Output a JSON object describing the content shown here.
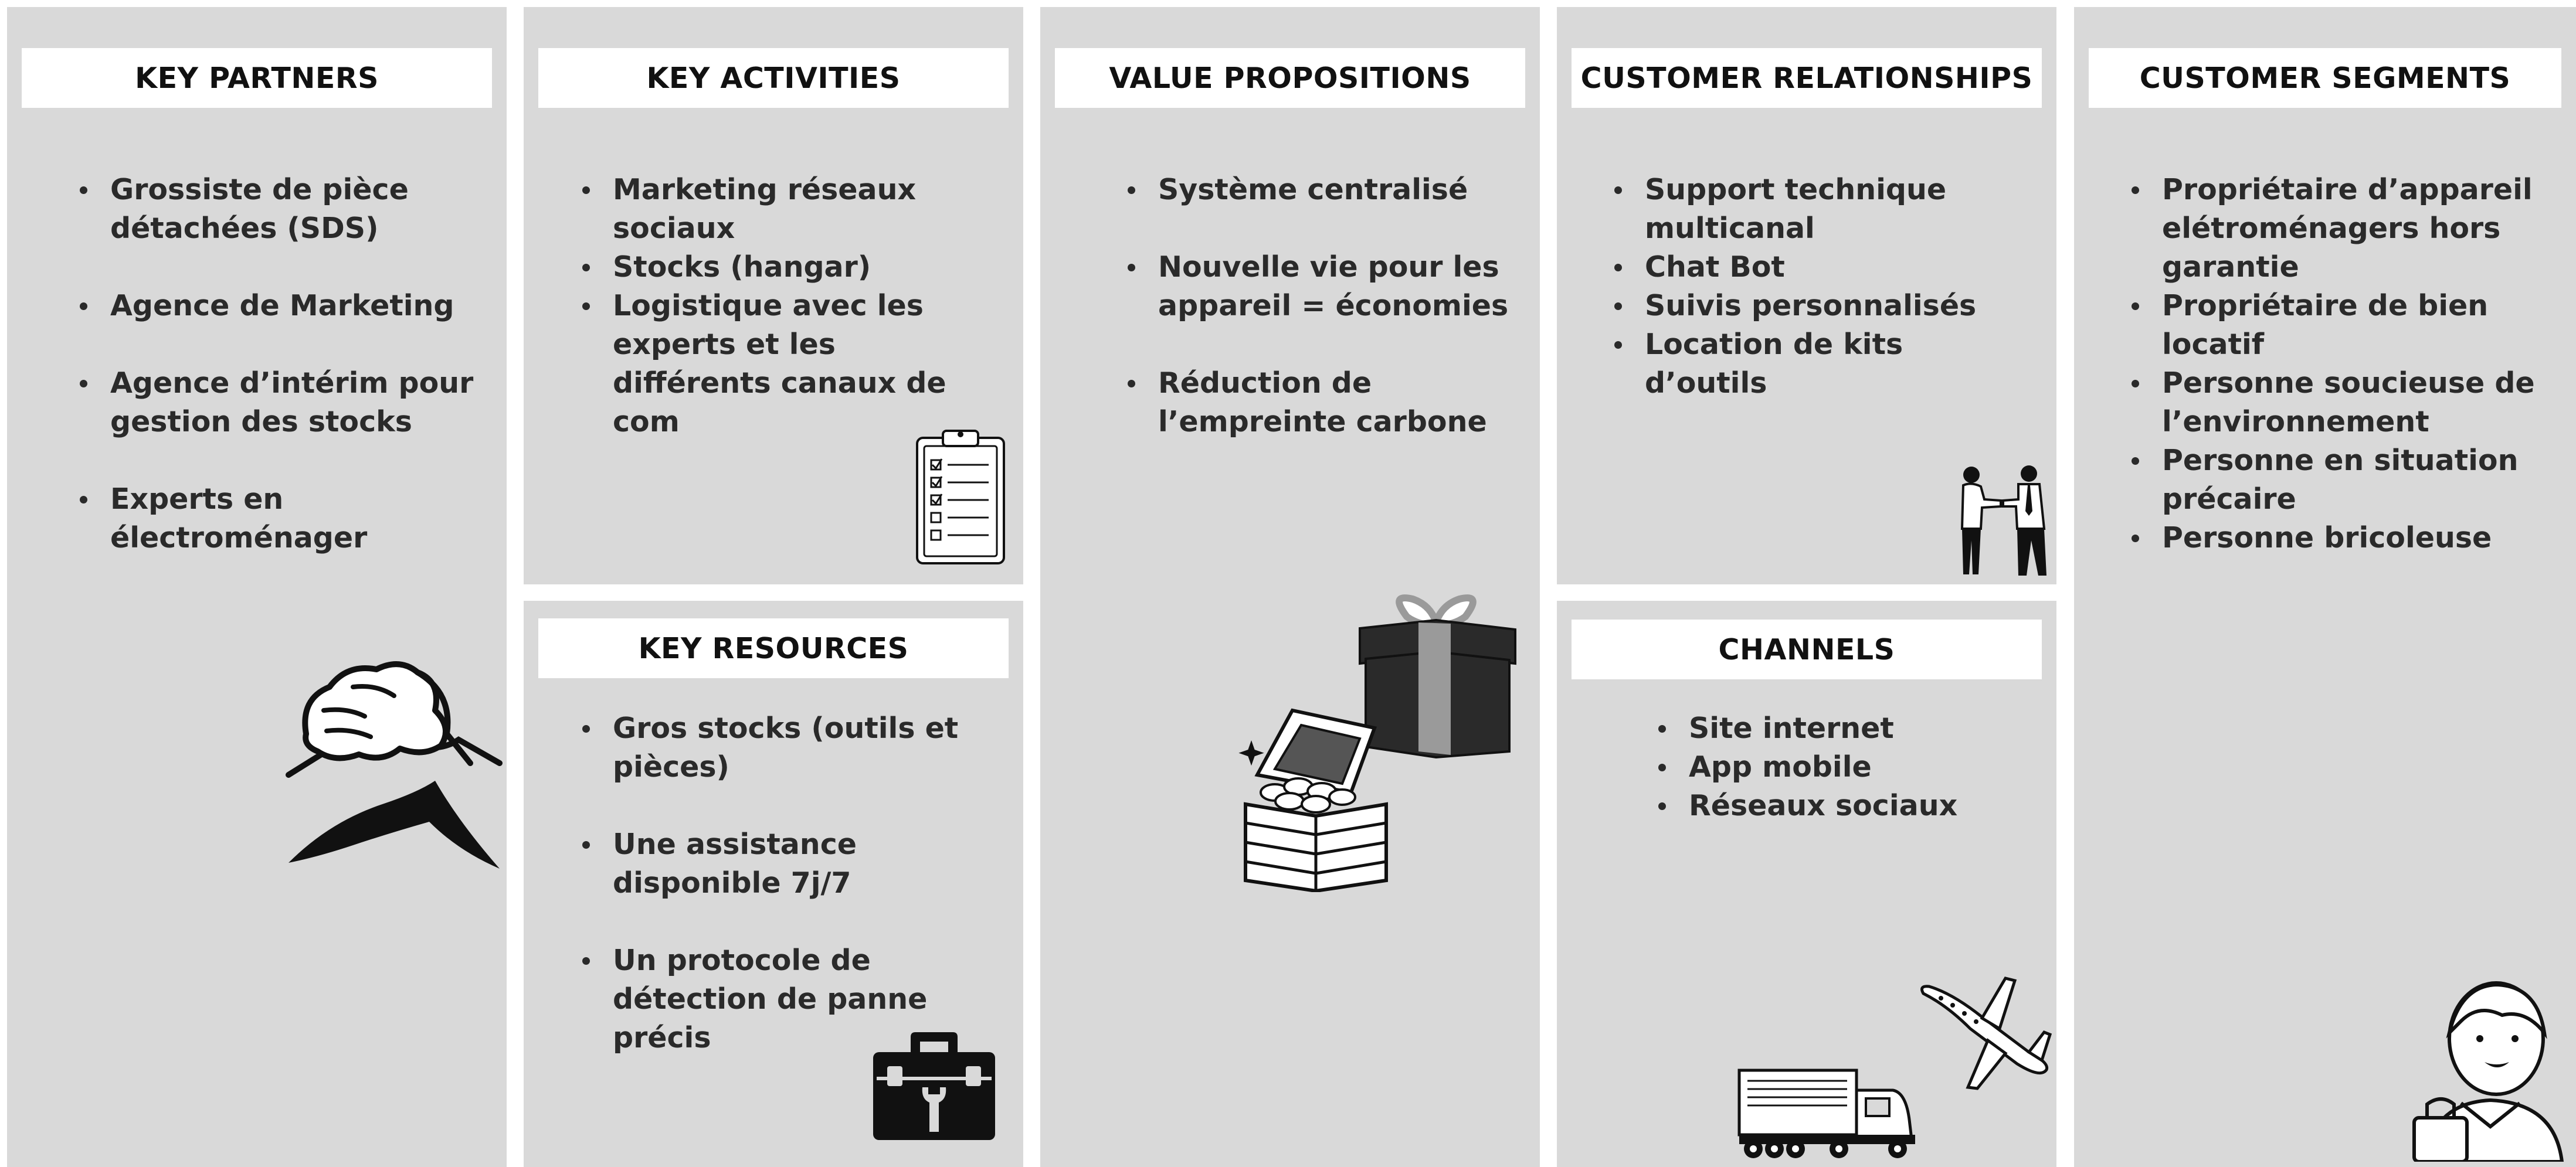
{
  "colors": {
    "panel_bg": "#d9d9d9",
    "header_bg": "#ffffff",
    "text": "#2a2a2a",
    "icon": "#111111",
    "gift_ribbon": "#9a9a9a"
  },
  "key_partners": {
    "title": "KEY PARTNERS",
    "items": [
      "Grossiste de pièce détachées (SDS)",
      "Agence de Marketing",
      "Agence d’intérim pour gestion des stocks",
      "Experts en électroménager"
    ],
    "icon": "handshake-icon"
  },
  "key_activities": {
    "title": "KEY ACTIVITIES",
    "items": [
      "Marketing réseaux sociaux",
      "Stocks (hangar)",
      "Logistique avec les experts et les différents canaux de com"
    ],
    "icon": "clipboard-checklist-icon"
  },
  "key_resources": {
    "title": "KEY RESOURCES",
    "items": [
      "Gros stocks (outils et pièces)",
      "Une assistance disponible 7j/7",
      "Un protocole de détection de panne précis"
    ],
    "icon": "toolbox-icon"
  },
  "value_propositions": {
    "title": "VALUE PROPOSITIONS",
    "items": [
      "Système centralisé",
      "Nouvelle vie pour les appareil = économies",
      "Réduction de l’empreinte carbone"
    ],
    "icons": [
      "gift-box-icon",
      "treasure-chest-icon"
    ]
  },
  "customer_relationships": {
    "title": "CUSTOMER RELATIONSHIPS",
    "items": [
      "Support technique multicanal",
      "Chat Bot",
      "Suivis personnalisés",
      "Location de kits d’outils"
    ],
    "icon": "people-shaking-hands-icon"
  },
  "channels": {
    "title": "CHANNELS",
    "items": [
      "Site internet",
      "App mobile",
      "Réseaux sociaux"
    ],
    "icons": [
      "truck-icon",
      "airplane-icon"
    ]
  },
  "customer_segments": {
    "title": "CUSTOMER SEGMENTS",
    "items": [
      "Propriétaire d’appareil elétroménagers hors garantie",
      "Propriétaire de bien locatif",
      "Personne soucieuse de l’environnement",
      "Personne en situation précaire",
      "Personne bricoleuse"
    ],
    "icon": "person-with-bag-icon"
  }
}
